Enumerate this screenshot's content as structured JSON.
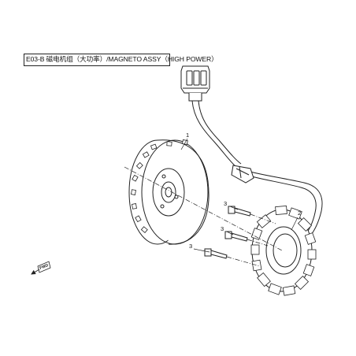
{
  "title": "E03-B 磁电机组（大功率）/MAGNETO ASSY（HIGH POWER）",
  "parts": [
    {
      "callout": "1",
      "item": "flywheel-rotor"
    },
    {
      "callout": "2",
      "item": "stator"
    },
    {
      "callout": "3",
      "item": "bolt"
    },
    {
      "callout": "3",
      "item": "bolt"
    },
    {
      "callout": "3",
      "item": "bolt"
    }
  ],
  "direction_label": "FWD",
  "colors": {
    "line": "#222222",
    "background": "#ffffff"
  }
}
